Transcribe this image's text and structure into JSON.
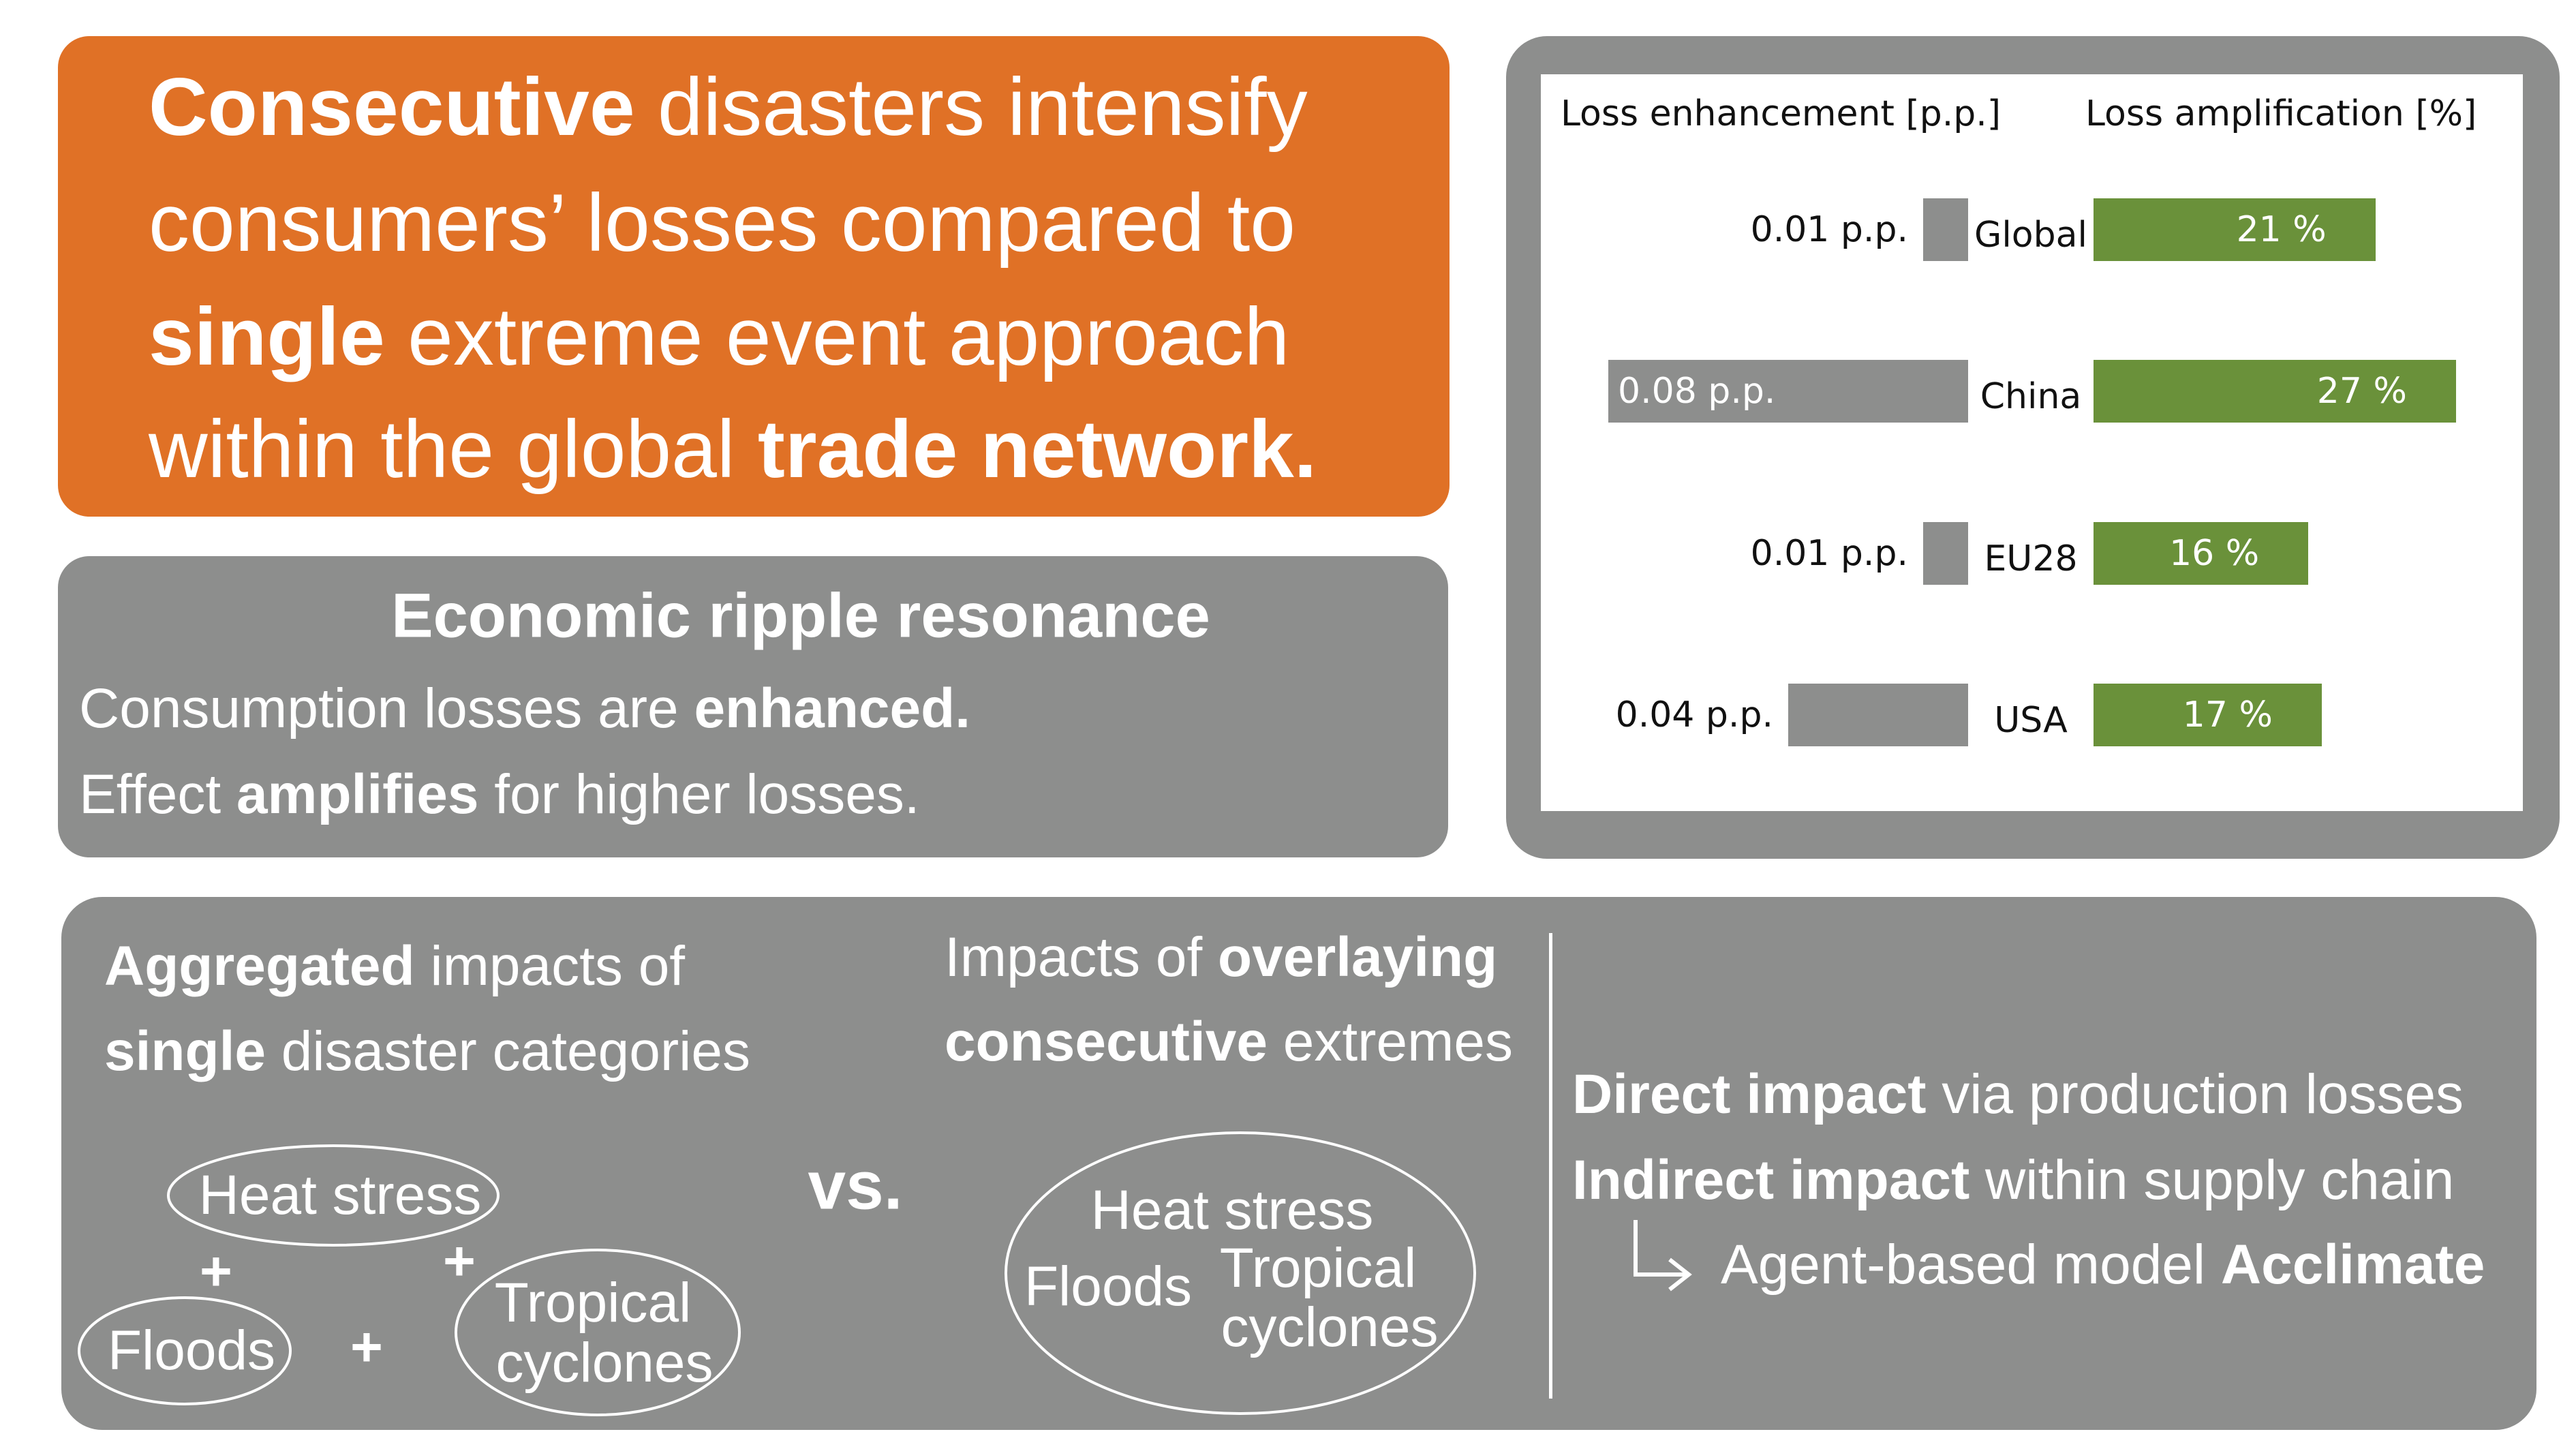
{
  "headline": {
    "line1_bold": "Consecutive",
    "line1_rest": " disasters intensify",
    "line2": "consumers’ losses compared to",
    "line3_bold": "single",
    "line3_rest": " extreme event approach",
    "line4_start": "within the global ",
    "line4_bold": "trade network."
  },
  "ripple": {
    "title": "Economic ripple resonance",
    "line1_start": "Consumption losses are ",
    "line1_bold": "enhanced.",
    "line2_start": "Effect ",
    "line2_bold": "amplifies",
    "line2_end": " for higher losses."
  },
  "chart_data": {
    "type": "bar",
    "left_header": "Loss enhancement [p.p.]",
    "right_header": "Loss amplification [%]",
    "categories": [
      "Global",
      "China",
      "EU28",
      "USA"
    ],
    "series": [
      {
        "name": "Loss enhancement",
        "unit": "p.p.",
        "values": [
          0.01,
          0.08,
          0.01,
          0.04
        ],
        "labels": [
          "0.01 p.p.",
          "0.08 p.p.",
          "0.01 p.p.",
          "0.04 p.p."
        ],
        "color": "#8D8E8D"
      },
      {
        "name": "Loss amplification",
        "unit": "%",
        "values": [
          21,
          27,
          16,
          17
        ],
        "labels": [
          "21 %",
          "27 %",
          "16 %",
          "17 %"
        ],
        "color": "#6A913A"
      }
    ]
  },
  "bottom": {
    "left_l1_bold": "Aggregated",
    "left_l1_rest": " impacts of",
    "left_l2_bold": "single",
    "left_l2_rest": " disaster categories",
    "heat": "Heat stress",
    "floods": "Floods",
    "tropical1": "Tropical",
    "tropical2": "cyclones",
    "plus": "+",
    "vs": "vs.",
    "mid_l1_start": "Impacts of ",
    "mid_l1_bold": "overlaying",
    "mid_l2_bold": "consecutive",
    "mid_l2_rest": " extremes",
    "right_l1_bold": "Direct impact",
    "right_l1_rest": " via production losses",
    "right_l2_bold": "Indirect impact",
    "right_l2_rest": " within supply chain",
    "right_l3_start": "Agent-based model ",
    "right_l3_bold": "Acclimate"
  },
  "colors": {
    "orange": "#E07126",
    "gray": "#8D8E8D",
    "green": "#6A913A"
  }
}
